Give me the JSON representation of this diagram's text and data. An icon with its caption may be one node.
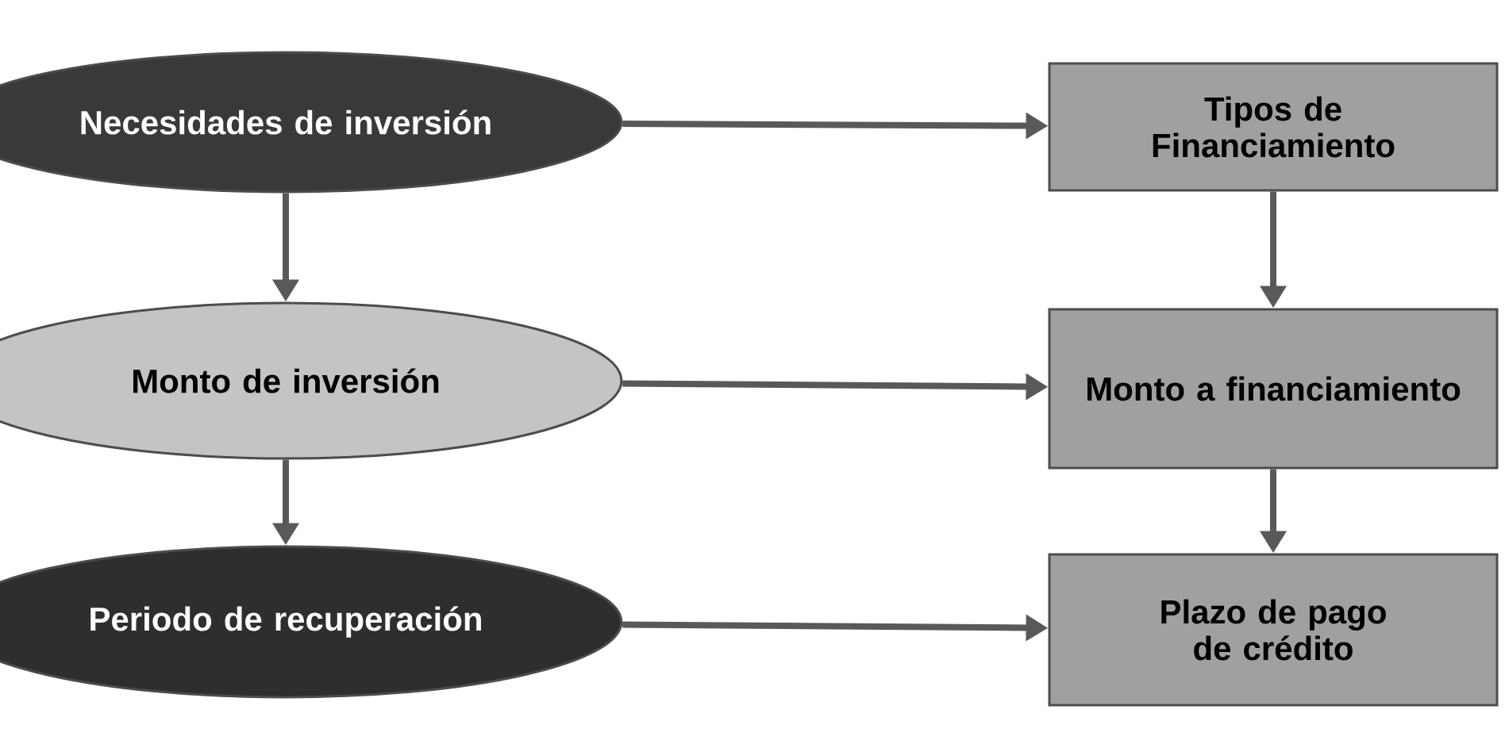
{
  "diagram": {
    "nodes": [
      {
        "text": [
          "Necesidades de inversión"
        ]
      },
      {
        "text": [
          "Tipos de Financiamiento"
        ]
      },
      {
        "text": [
          "Monto de inversión"
        ]
      },
      {
        "text": [
          "Monto a financiamiento"
        ]
      },
      {
        "text": [
          "Periodo de recuperación"
        ]
      },
      {
        "text": [
          "Plazo de pago de crédito"
        ]
      }
    ],
    "edges": [
      {
        "from": 0,
        "to": 1,
        "arrow": "to"
      },
      {
        "from": 0,
        "to": 2,
        "arrow": "to"
      },
      {
        "from": 1,
        "to": 3,
        "arrow": "to"
      },
      {
        "from": 2,
        "to": 3,
        "arrow": "to"
      },
      {
        "from": 2,
        "to": 4,
        "arrow": "to"
      },
      {
        "from": 3,
        "to": 5,
        "arrow": "to"
      },
      {
        "from": 4,
        "to": 5,
        "arrow": "to"
      }
    ]
  }
}
